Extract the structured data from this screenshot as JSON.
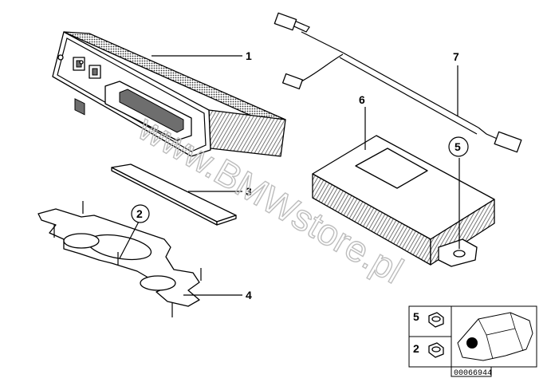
{
  "callouts": {
    "c1": "1",
    "c2": "2",
    "c3": "3",
    "c4": "4",
    "c5": "5",
    "c6": "6",
    "c7": "7"
  },
  "watermark": "www.BMWstore.pl",
  "legend": {
    "row1_number": "5",
    "row2_number": "2"
  },
  "drawing_code": "00066944"
}
